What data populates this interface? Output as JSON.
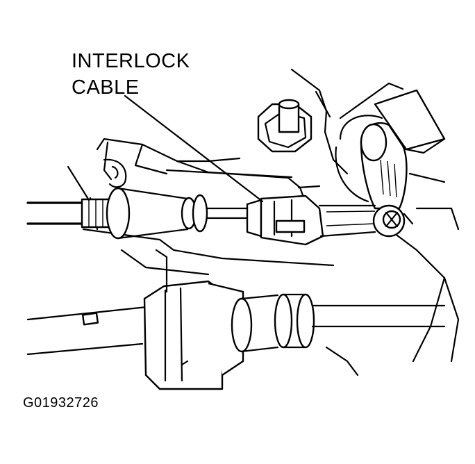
{
  "callout": {
    "line1": "INTERLOCK",
    "line2": "CABLE"
  },
  "figure_id": "G01932726",
  "colors": {
    "ink": "#000000",
    "paper": "#ffffff"
  }
}
